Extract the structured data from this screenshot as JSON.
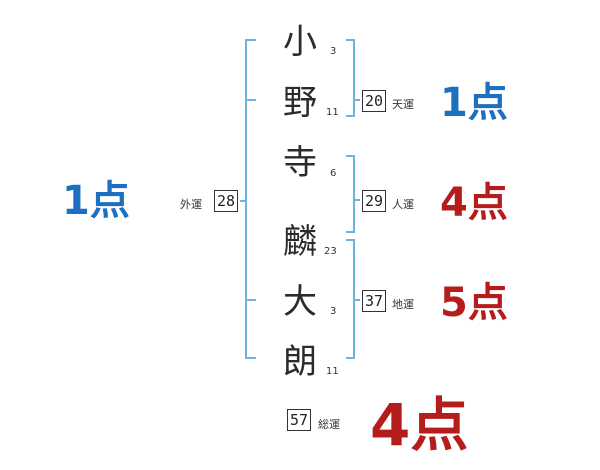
{
  "name_chars": [
    {
      "char": "小",
      "strokes": "3"
    },
    {
      "char": "野",
      "strokes": "11"
    },
    {
      "char": "寺",
      "strokes": "6"
    },
    {
      "char": "麟",
      "strokes": "23"
    },
    {
      "char": "大",
      "strokes": "3"
    },
    {
      "char": "朗",
      "strokes": "11"
    }
  ],
  "fortunes": {
    "tenun": {
      "value": "20",
      "label": "天運",
      "score": "1点"
    },
    "jinun": {
      "value": "29",
      "label": "人運",
      "score": "4点"
    },
    "chiun": {
      "value": "37",
      "label": "地運",
      "score": "5点"
    },
    "gaiun": {
      "value": "28",
      "label": "外運",
      "score": "1点"
    },
    "souun": {
      "value": "57",
      "label": "総運",
      "score": "4点"
    }
  },
  "colors": {
    "bracket": "#6db3e0",
    "good": "#1d6fc0",
    "bad": "#b51c1c"
  }
}
